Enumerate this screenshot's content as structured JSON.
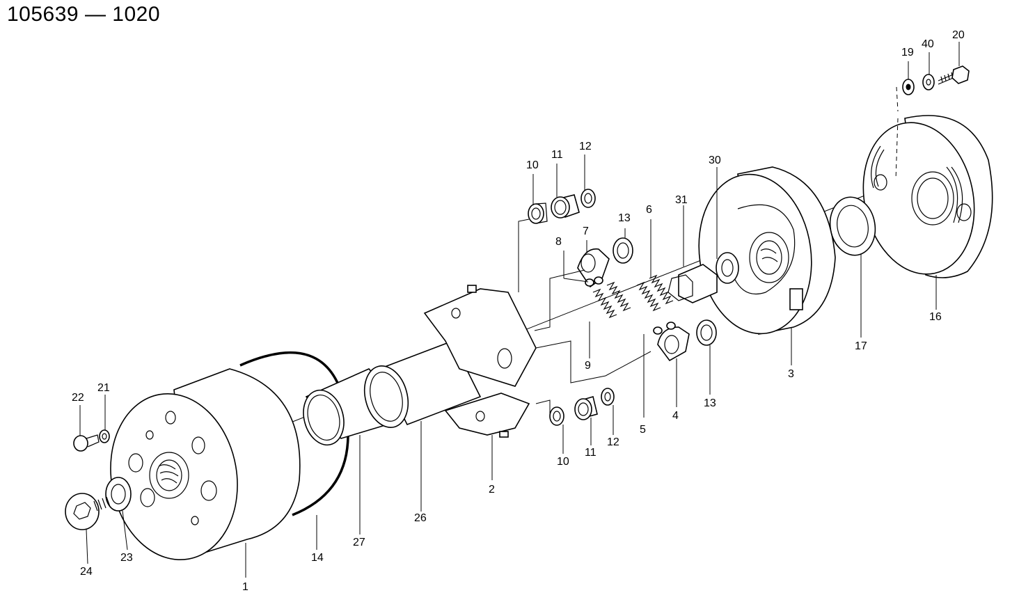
{
  "title": "105639 — 1020",
  "callouts": [
    {
      "id": "p1",
      "label": "1"
    },
    {
      "id": "p2",
      "label": "2"
    },
    {
      "id": "p3",
      "label": "3"
    },
    {
      "id": "p4",
      "label": "4"
    },
    {
      "id": "p5",
      "label": "5"
    },
    {
      "id": "p6",
      "label": "6"
    },
    {
      "id": "p7",
      "label": "7"
    },
    {
      "id": "p8",
      "label": "8"
    },
    {
      "id": "p9",
      "label": "9"
    },
    {
      "id": "p10a",
      "label": "10"
    },
    {
      "id": "p10b",
      "label": "10"
    },
    {
      "id": "p11a",
      "label": "11"
    },
    {
      "id": "p11b",
      "label": "11"
    },
    {
      "id": "p12a",
      "label": "12"
    },
    {
      "id": "p12b",
      "label": "12"
    },
    {
      "id": "p13a",
      "label": "13"
    },
    {
      "id": "p13b",
      "label": "13"
    },
    {
      "id": "p14",
      "label": "14"
    },
    {
      "id": "p16",
      "label": "16"
    },
    {
      "id": "p17",
      "label": "17"
    },
    {
      "id": "p19",
      "label": "19"
    },
    {
      "id": "p20",
      "label": "20"
    },
    {
      "id": "p21",
      "label": "21"
    },
    {
      "id": "p22",
      "label": "22"
    },
    {
      "id": "p23",
      "label": "23"
    },
    {
      "id": "p24",
      "label": "24"
    },
    {
      "id": "p26",
      "label": "26"
    },
    {
      "id": "p27",
      "label": "27"
    },
    {
      "id": "p30",
      "label": "30"
    },
    {
      "id": "p31",
      "label": "31"
    },
    {
      "id": "p40",
      "label": "40"
    }
  ]
}
